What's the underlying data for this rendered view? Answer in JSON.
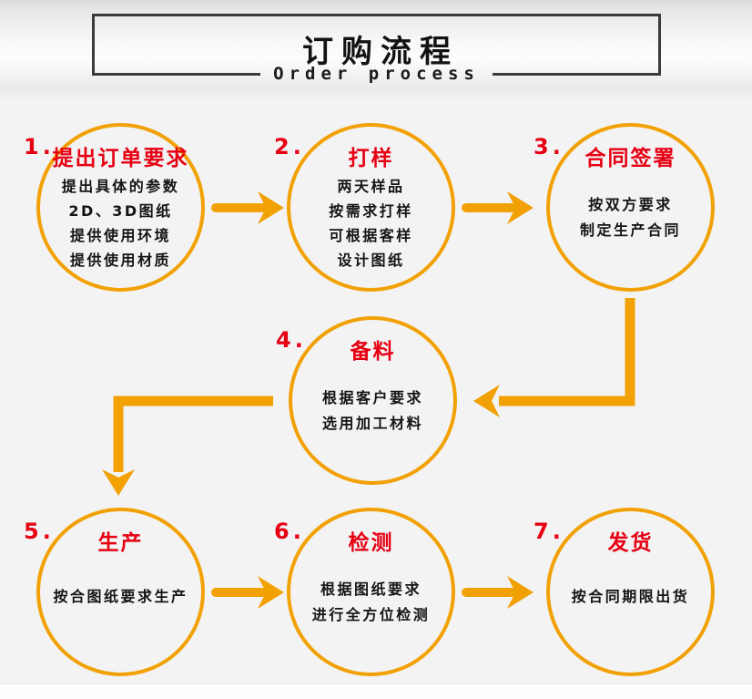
{
  "header": {
    "title": "订购流程",
    "subtitle": "Order process"
  },
  "steps": [
    {
      "number": "1.",
      "title": "提出订单要求",
      "lines": [
        "提出具体的参数",
        "2D、3D图纸",
        "提供使用环境",
        "提供使用材质"
      ]
    },
    {
      "number": "2.",
      "title": "打样",
      "lines": [
        "两天样品",
        "按需求打样",
        "可根据客样",
        "设计图纸"
      ]
    },
    {
      "number": "3.",
      "title": "合同签署",
      "lines": [
        "按双方要求",
        "制定生产合同"
      ]
    },
    {
      "number": "4.",
      "title": "备料",
      "lines": [
        "根据客户要求",
        "选用加工材料"
      ]
    },
    {
      "number": "5.",
      "title": "生产",
      "lines": [
        "按合图纸要求生产"
      ]
    },
    {
      "number": "6.",
      "title": "检测",
      "lines": [
        "根据图纸要求",
        "进行全方位检测"
      ]
    },
    {
      "number": "7.",
      "title": "发货",
      "lines": [
        "按合同期限出货"
      ]
    }
  ],
  "colors": {
    "accent": "#F2A104",
    "step-red": "#E60012",
    "border-dark": "#3B3B3D"
  }
}
